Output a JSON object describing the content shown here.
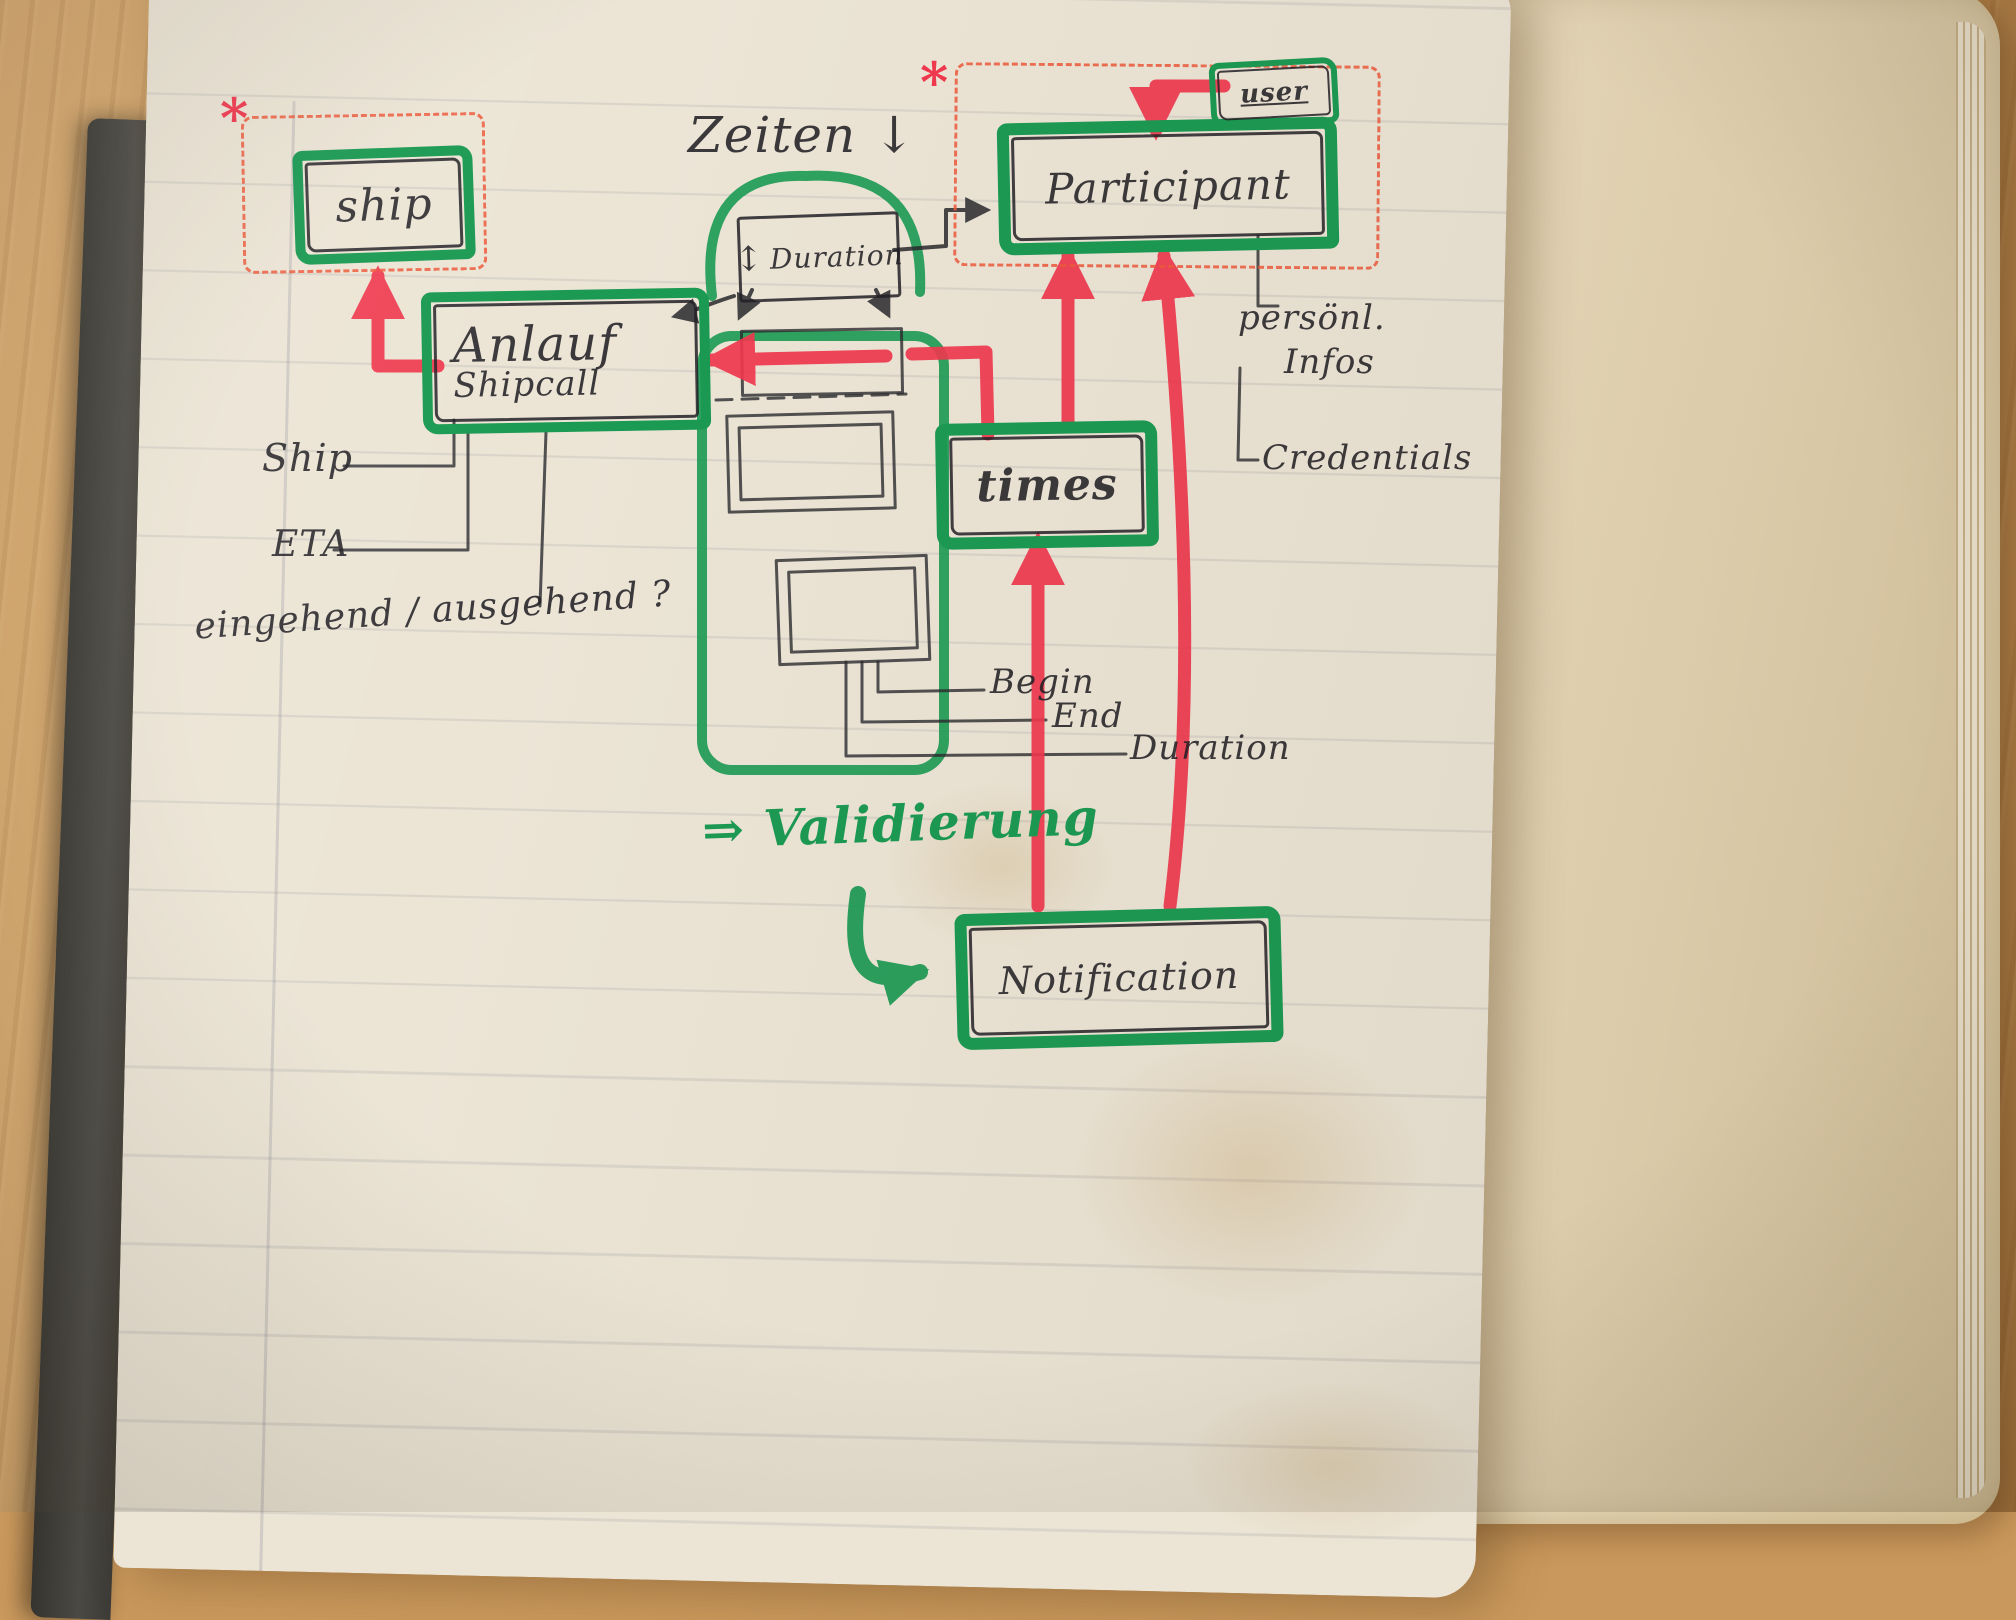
{
  "colors": {
    "green": "#1b9a53",
    "red": "#f0384e",
    "dash_orange": "#ee5a3c",
    "ink": "#2a2a2e",
    "paper": "#ece5d6",
    "paper_right": "#e7d9ba",
    "wood": "#c9985c",
    "cover": "#44433f"
  },
  "diagram": {
    "entities": {
      "ship": {
        "label": "ship"
      },
      "anlauf": {
        "label": "Anlauf",
        "sublabel": "Shipcall"
      },
      "duration": {
        "label": "Duration",
        "resize_glyph": "↕"
      },
      "participant": {
        "label": "Participant"
      },
      "user": {
        "label": "user"
      },
      "times": {
        "label": "times"
      },
      "notification": {
        "label": "Notification"
      }
    },
    "annotations": {
      "asterisk_left": "*",
      "asterisk_right": "*",
      "zeiten": "Zeiten ↓",
      "validierung": "⇒ Validierung"
    },
    "field_labels": {
      "ship": "Ship",
      "eta": "ETA",
      "eingehend_ausgehend": "eingehend / ausgehend ?",
      "begin": "Begin",
      "end": "End",
      "duration": "Duration",
      "personal_line1": "persönl.",
      "personal_line2": "Infos",
      "credentials": "Credentials"
    }
  }
}
